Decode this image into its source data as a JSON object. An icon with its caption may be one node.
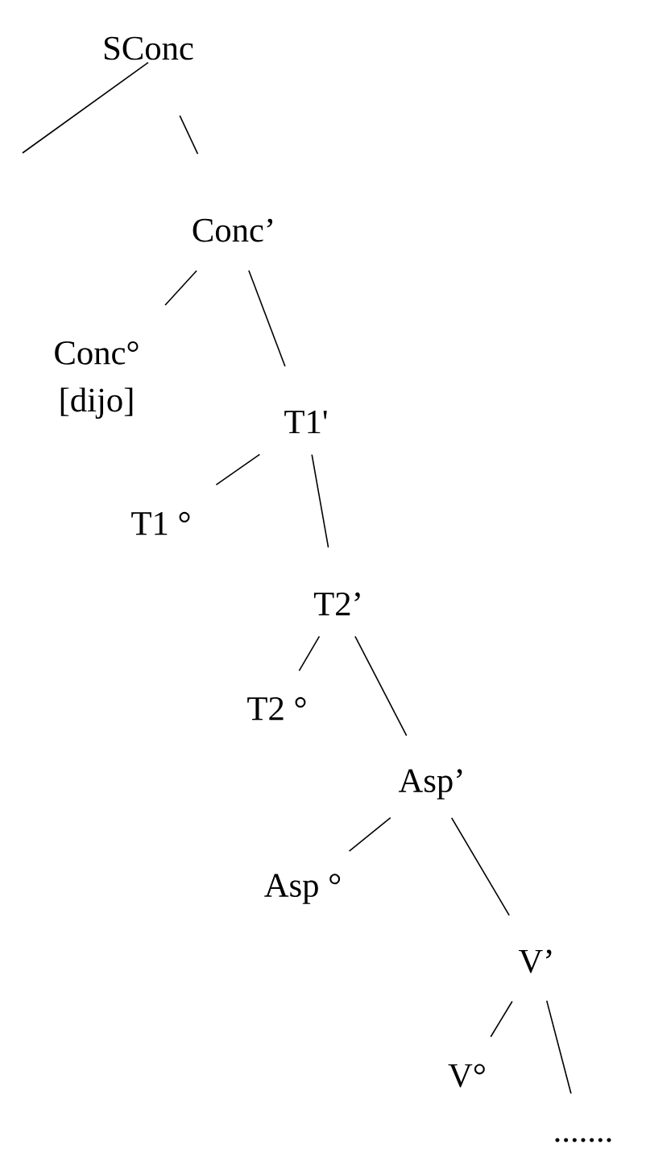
{
  "diagram": {
    "nodes": [
      {
        "text": [
          "SConc"
        ]
      },
      {
        "text": [
          "Conc’"
        ]
      },
      {
        "text": [
          "Conc°",
          "[dijo]"
        ]
      },
      {
        "text": [
          "T1'"
        ]
      },
      {
        "text": [
          "T1 °"
        ]
      },
      {
        "text": [
          "T2’"
        ]
      },
      {
        "text": [
          "T2 °"
        ]
      },
      {
        "text": [
          "Asp’"
        ]
      },
      {
        "text": [
          "Asp °"
        ]
      },
      {
        "text": [
          "V’"
        ]
      },
      {
        "text": [
          "V°"
        ]
      },
      {
        "text": [
          "......."
        ]
      }
    ],
    "edges": [
      {
        "from": 0,
        "to": null,
        "arrow": "none"
      },
      {
        "from": 0,
        "to": 1,
        "arrow": "none"
      },
      {
        "from": 1,
        "to": 2,
        "arrow": "none"
      },
      {
        "from": 1,
        "to": 3,
        "arrow": "none"
      },
      {
        "from": 3,
        "to": 4,
        "arrow": "none"
      },
      {
        "from": 3,
        "to": 5,
        "arrow": "none"
      },
      {
        "from": 5,
        "to": 6,
        "arrow": "none"
      },
      {
        "from": 5,
        "to": 7,
        "arrow": "none"
      },
      {
        "from": 7,
        "to": 8,
        "arrow": "none"
      },
      {
        "from": 7,
        "to": 9,
        "arrow": "none"
      },
      {
        "from": 9,
        "to": 10,
        "arrow": "none"
      },
      {
        "from": 9,
        "to": 11,
        "arrow": "none"
      }
    ]
  }
}
